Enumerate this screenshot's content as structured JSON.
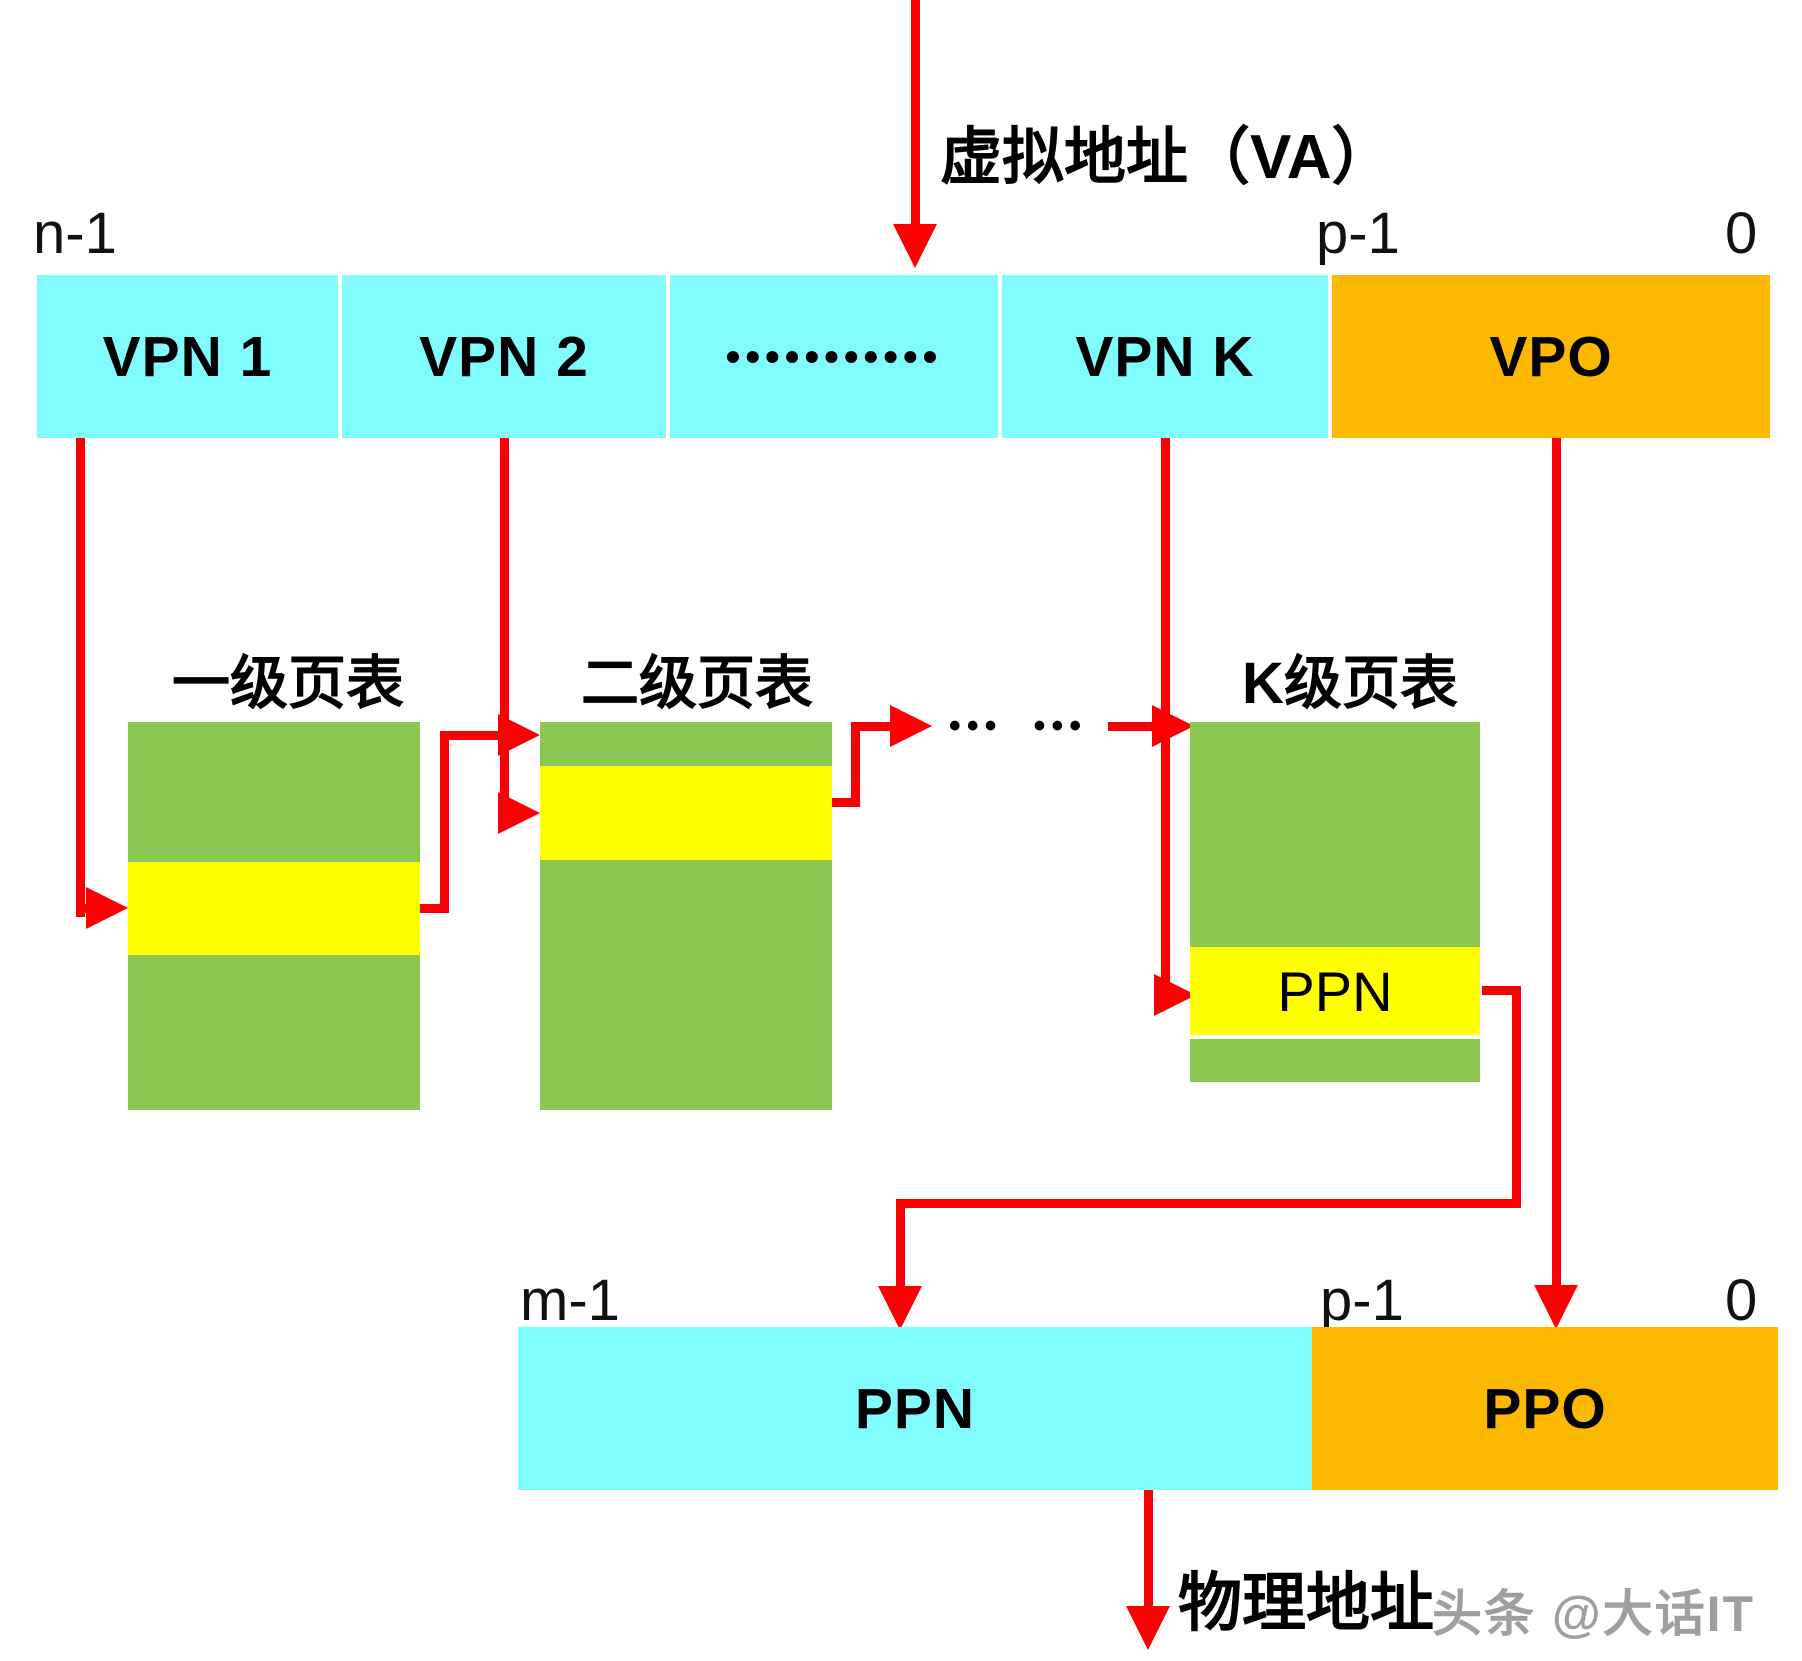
{
  "colors": {
    "cyan": "#80FCFE",
    "orange": "#FCB900",
    "green": "#8CC751",
    "yellow": "#FFFF00",
    "red": "#FB0000"
  },
  "titles": {
    "virtual_address": "虚拟地址（VA）",
    "physical_address": "物理地址"
  },
  "virtual_address_bar": {
    "bits": {
      "high": "n-1",
      "p": "p-1",
      "low": "0"
    },
    "segments": {
      "vpn1": "VPN 1",
      "vpn2": "VPN 2",
      "dots": "•••••••••••",
      "vpnk": "VPN K",
      "vpo": "VPO"
    }
  },
  "page_tables": {
    "t1": {
      "title": "一级页表"
    },
    "t2": {
      "title": "二级页表"
    },
    "t3": {
      "title": "K级页表",
      "highlight": "PPN"
    }
  },
  "mid_ellipsis": "•••  •••",
  "physical_address_bar": {
    "bits": {
      "high": "m-1",
      "p": "p-1",
      "low": "0"
    },
    "segments": {
      "ppn": "PPN",
      "ppo": "PPO"
    }
  },
  "watermark": "头条 @大话IT"
}
